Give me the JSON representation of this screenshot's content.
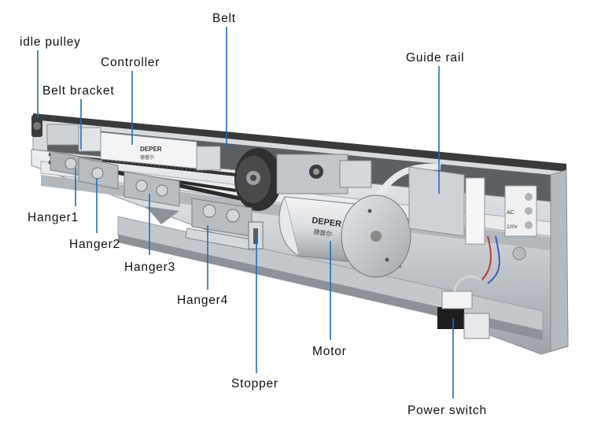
{
  "labels": {
    "idle_pulley": "idle pulley",
    "belt_bracket": "Belt bracket",
    "controller": "Controller",
    "belt": "Belt",
    "guide_rail": "Guide rail",
    "hanger1": "Hanger1",
    "hanger2": "Hanger2",
    "hanger3": "Hanger3",
    "hanger4": "Hanger4",
    "motor": "Motor",
    "stopper": "Stopper",
    "power_switch": "Power switch"
  },
  "product": {
    "brand": "DEPER",
    "brand_cn": "德普尔",
    "terminal": [
      "AC",
      "220V"
    ]
  },
  "colors": {
    "leader": "#1f6fb5",
    "label_text": "#111111",
    "aluminium": "#c9ccd0",
    "belt": "#2b2b2b"
  }
}
